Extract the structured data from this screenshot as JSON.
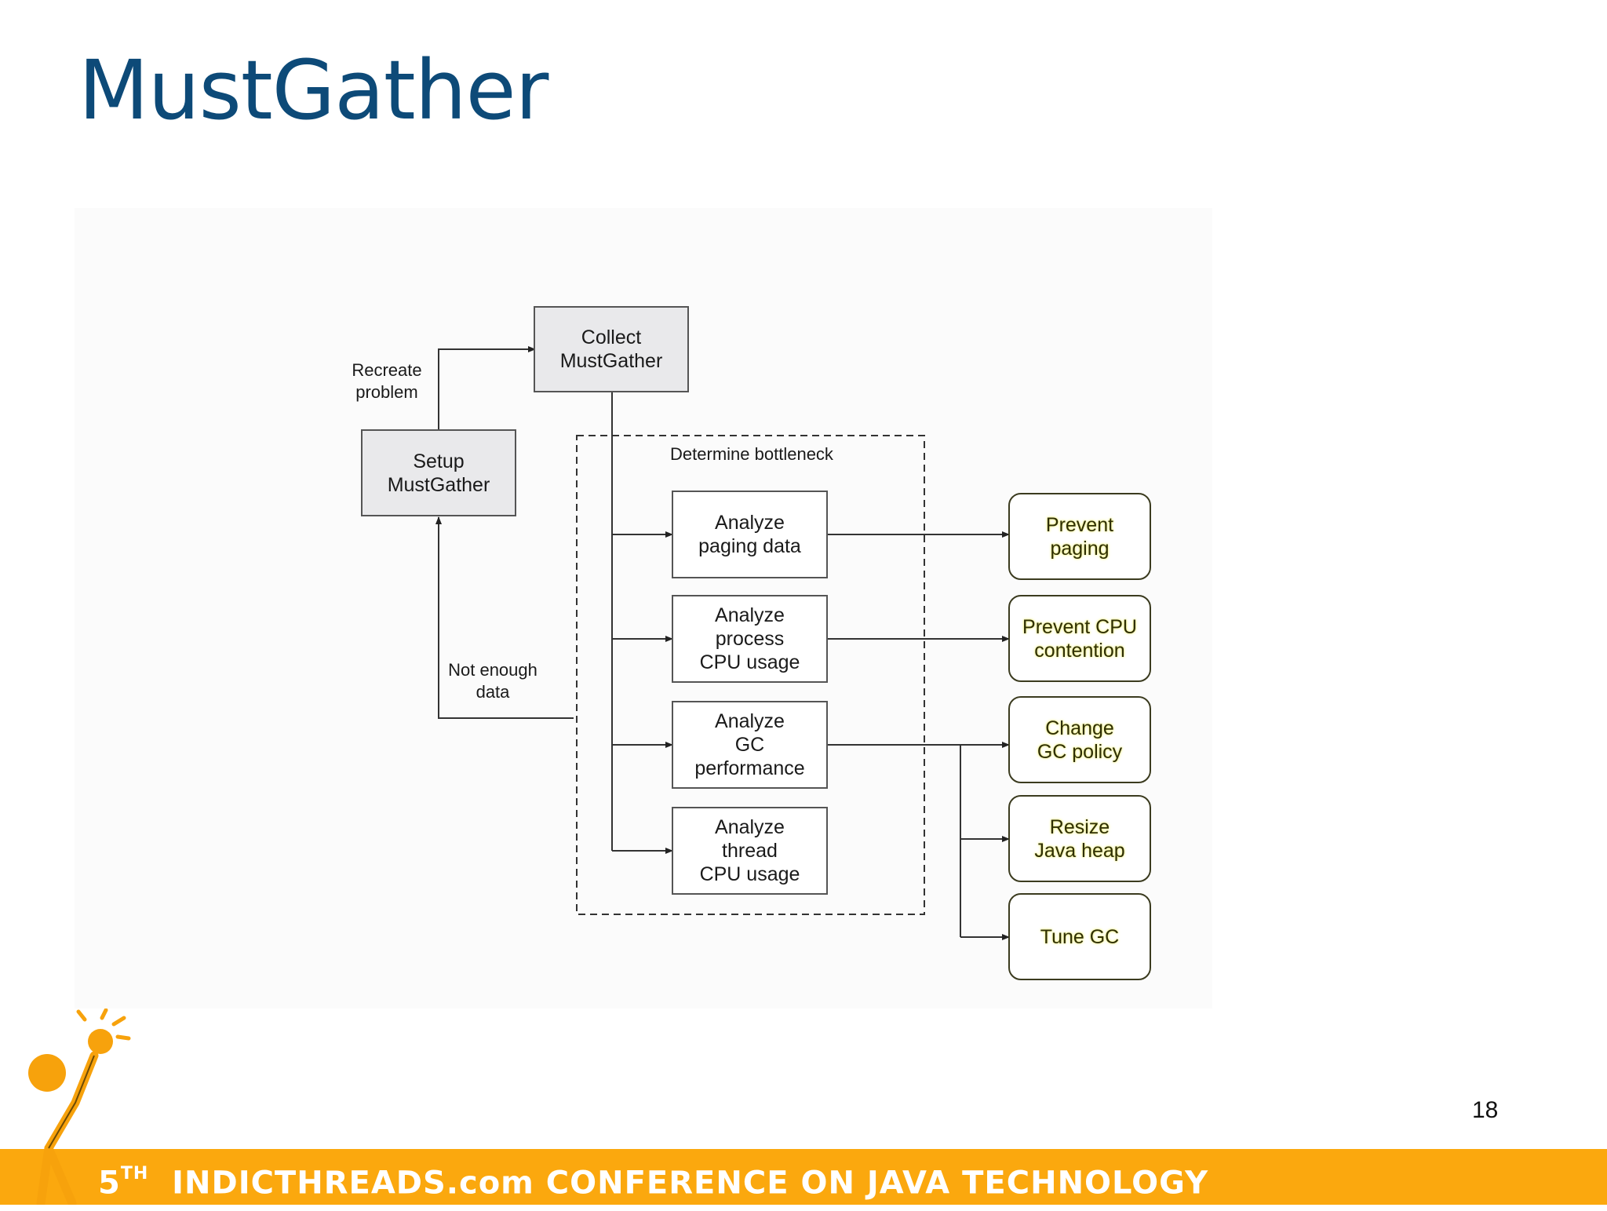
{
  "slide": {
    "title": "MustGather",
    "page_number": "18"
  },
  "diagram": {
    "boxes": {
      "collect": "Collect\nMustGather",
      "setup": "Setup\nMustGather",
      "analyze_paging": "Analyze\npaging data",
      "analyze_process_cpu": "Analyze\nprocess\nCPU usage",
      "analyze_gc": "Analyze\nGC\nperformance",
      "analyze_thread_cpu": "Analyze\nthread\nCPU usage"
    },
    "outcomes": {
      "prevent_paging": "Prevent\npaging",
      "prevent_cpu": "Prevent CPU\ncontention",
      "change_gc_policy": "Change\nGC policy",
      "resize_heap": "Resize\nJava heap",
      "tune_gc": "Tune GC"
    },
    "labels": {
      "recreate_problem": "Recreate\nproblem",
      "determine_bottleneck": "Determine bottleneck",
      "not_enough_data": "Not enough\ndata"
    }
  },
  "footer": {
    "edition": "5",
    "edition_suffix": "TH",
    "conference": "INDICTHREADS.com CONFERENCE ON JAVA TECHNOLOGY"
  },
  "colors": {
    "title": "#0d4a78",
    "footer_bar": "#fba80e",
    "mascot": "#f7a20c"
  }
}
